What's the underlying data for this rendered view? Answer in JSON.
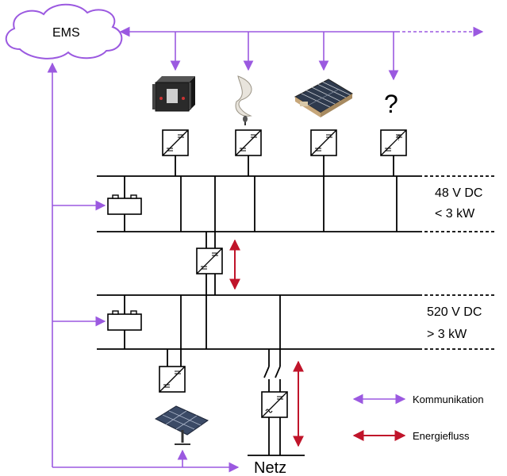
{
  "ems_label": "EMS",
  "bus_48": {
    "voltage": "48 V DC",
    "power": "< 3 kW"
  },
  "bus_520": {
    "voltage": "520 V DC",
    "power": "> 3 kW"
  },
  "unknown_device_mark": "?",
  "unknown_converter_mark": "?",
  "grid_label": "Netz",
  "legend": {
    "communication": "Kommunikation",
    "energy_flow": "Energiefluss"
  },
  "colors": {
    "communication": "#9b59e0",
    "energy_flow": "#c0142a",
    "line": "#000000"
  },
  "devices": [
    {
      "name": "fuel-cell-icon"
    },
    {
      "name": "wind-turbine-icon"
    },
    {
      "name": "solar-thermal-collector-icon"
    },
    {
      "name": "unknown-device-icon"
    }
  ]
}
